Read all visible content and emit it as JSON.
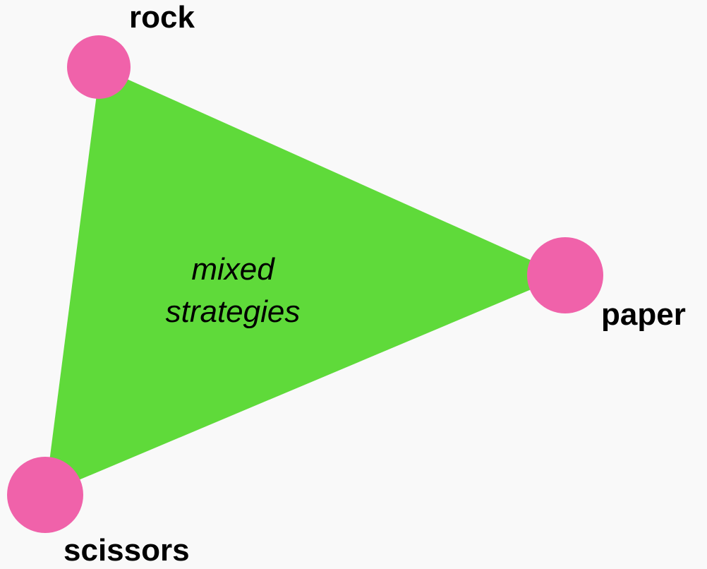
{
  "diagram": {
    "region_label_line1": "mixed",
    "region_label_line2": "strategies",
    "vertices": [
      {
        "id": "rock",
        "label": "rock"
      },
      {
        "id": "paper",
        "label": "paper"
      },
      {
        "id": "scissors",
        "label": "scissors"
      }
    ]
  },
  "colors": {
    "triangle_fill": "#5fda3a",
    "vertex_fill": "#f062aa",
    "background": "#f9f9f9"
  }
}
